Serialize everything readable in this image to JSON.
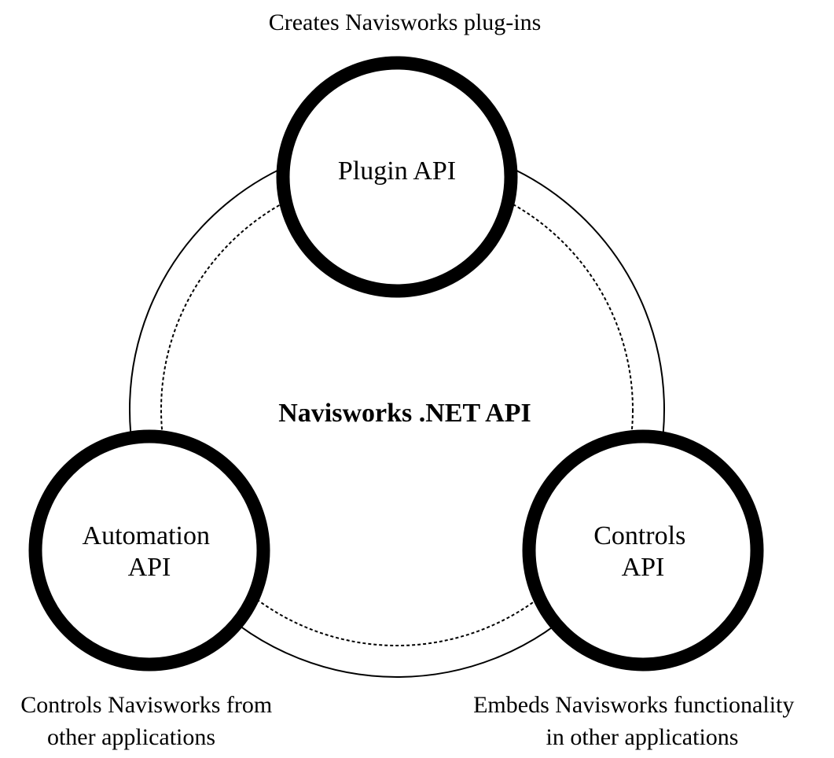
{
  "diagram": {
    "center": {
      "label": "Navisworks .NET API"
    },
    "nodes": {
      "plugin": {
        "label_lines": [
          "Plugin API"
        ],
        "caption_lines": [
          "Creates Navisworks plug-ins"
        ]
      },
      "automation": {
        "label_lines": [
          "Automation",
          "API"
        ],
        "caption_lines": [
          "Controls Navisworks from",
          "other applications"
        ]
      },
      "controls": {
        "label_lines": [
          "Controls",
          "API"
        ],
        "caption_lines": [
          "Embeds Navisworks functionality",
          "in other applications"
        ]
      }
    },
    "colors": {
      "stroke": "#000000",
      "background": "#ffffff"
    }
  }
}
